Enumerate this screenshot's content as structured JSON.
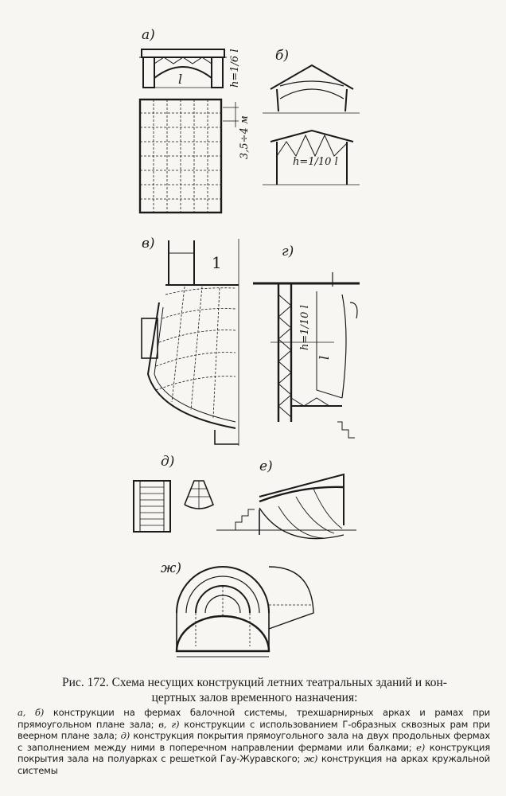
{
  "labels": {
    "a": "а)",
    "b": "б)",
    "v": "в)",
    "g": "г)",
    "d": "д)",
    "e": "е)",
    "zh": "ж)",
    "one": "1"
  },
  "dimensions": {
    "span_l": "l",
    "h_a": "h=1/6 l",
    "spacing": "3,5÷4 м",
    "h_b": "h=1/10 l",
    "h_g": "h=1/10 l",
    "l_g": "l"
  },
  "caption": {
    "title_line1": "Рис. 172. Схема несущих конструкций летних театральных зданий и кон-",
    "title_line2": "цертных залов временного назначения:",
    "body_a": "а, б)",
    "body_a_text": " конструкции на фермах балочной системы, трехшарнирных арках и рамах при прямоугольном плане зала; ",
    "body_v": "в, г)",
    "body_v_text": " конструкции с использованием Г-образных сквозных рам при веерном плане зала; ",
    "body_d": "д)",
    "body_d_text": " конструкция покрытия прямоугольного зала на двух продольных фермах с заполнением между ними в поперечном направлении фермами или балками; ",
    "body_e": "е)",
    "body_e_text": " конструкция покрытия зала на полуарках с решеткой Гау-Журавского; ",
    "body_zh": "ж)",
    "body_zh_text": " конструкция на арках кружальной системы"
  }
}
